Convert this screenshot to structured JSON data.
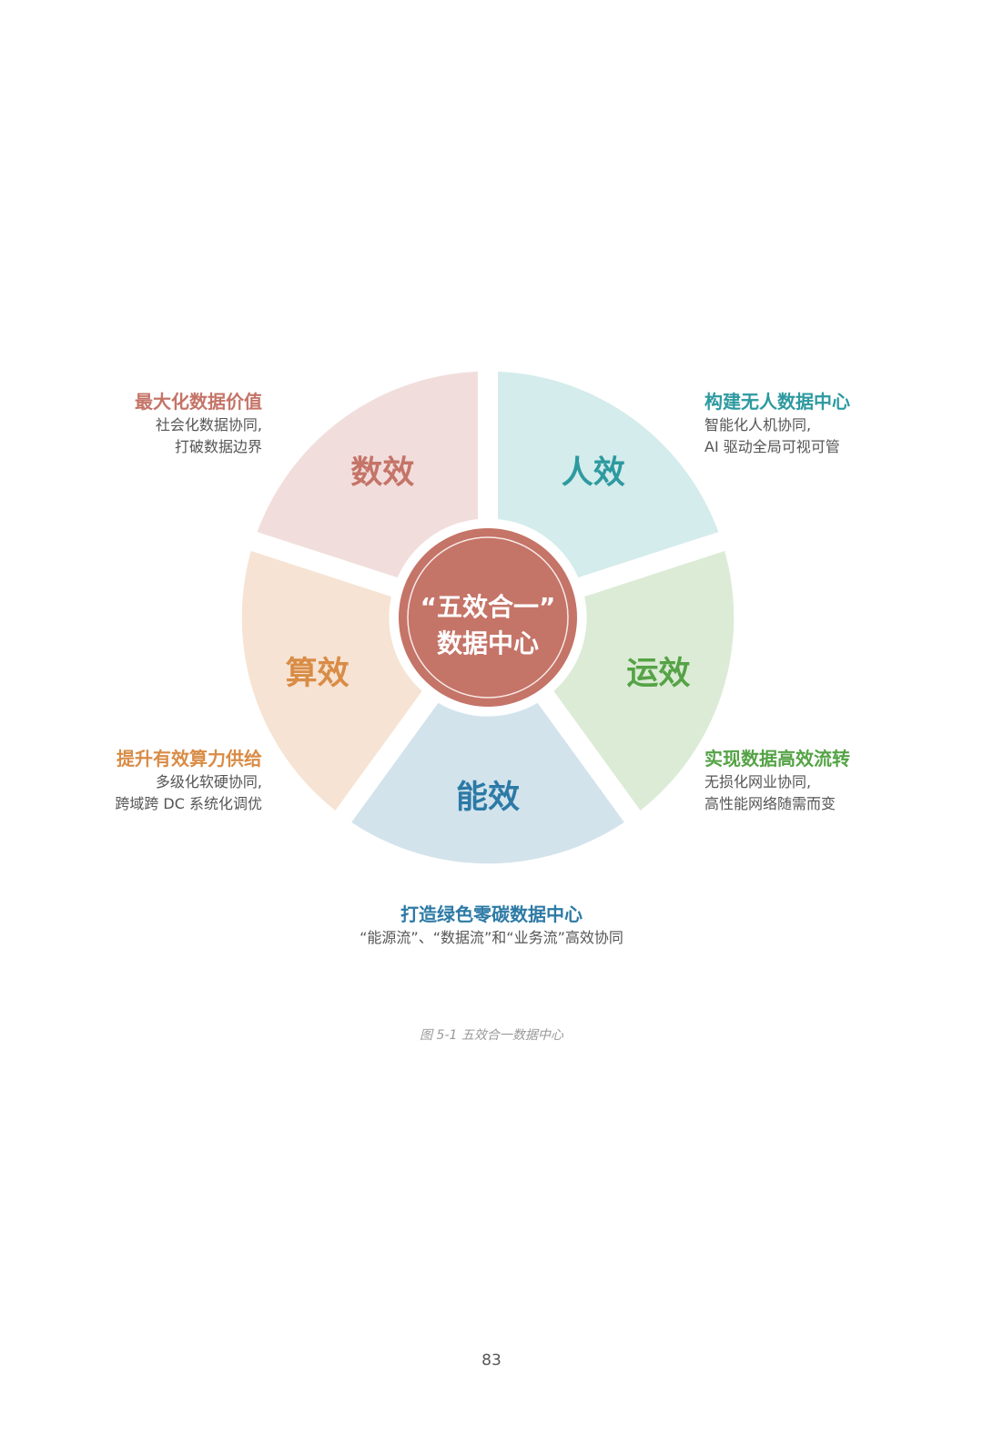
{
  "colors": {
    "rose": "#c57468",
    "teal": "#2d9aa0",
    "green": "#55a346",
    "blue": "#2c7aa6",
    "orange": "#d98c46",
    "center_fill": "#c57468"
  },
  "center": {
    "line1": "“五效合一”",
    "line2": "数据中心"
  },
  "segments": [
    {
      "key": "shuxiao",
      "label": "数效",
      "fill": "#f1dedc",
      "text_color": "#c57468"
    },
    {
      "key": "renxiao",
      "label": "人效",
      "fill": "#d4eceb",
      "text_color": "#2d9aa0"
    },
    {
      "key": "yunxiao",
      "label": "运效",
      "fill": "#dcebd6",
      "text_color": "#55a346"
    },
    {
      "key": "nengxiao",
      "label": "能效",
      "fill": "#d3e3ec",
      "text_color": "#2c7aa6"
    },
    {
      "key": "suanxiao",
      "label": "算效",
      "fill": "#f6e3d3",
      "text_color": "#d98c46"
    }
  ],
  "descriptions": {
    "top_left": {
      "title": "最大化数据价值",
      "line1": "社会化数据协同,",
      "line2": "打破数据边界"
    },
    "top_right": {
      "title": "构建无人数据中心",
      "line1": "智能化人机协同,",
      "line2": "AI 驱动全局可视可管"
    },
    "mid_left": {
      "title": "提升有效算力供给",
      "line1": "多级化软硬协同,",
      "line2": "跨域跨 DC 系统化调优"
    },
    "mid_right": {
      "title": "实现数据高效流转",
      "line1": "无损化网业协同,",
      "line2": "高性能网络随需而变"
    },
    "bottom": {
      "title": "打造绿色零碳数据中心",
      "line1": "“能源流”、“数据流”和“业务流”高效协同"
    }
  },
  "caption": "图 5-1 五效合一数据中心",
  "page_number": "83"
}
